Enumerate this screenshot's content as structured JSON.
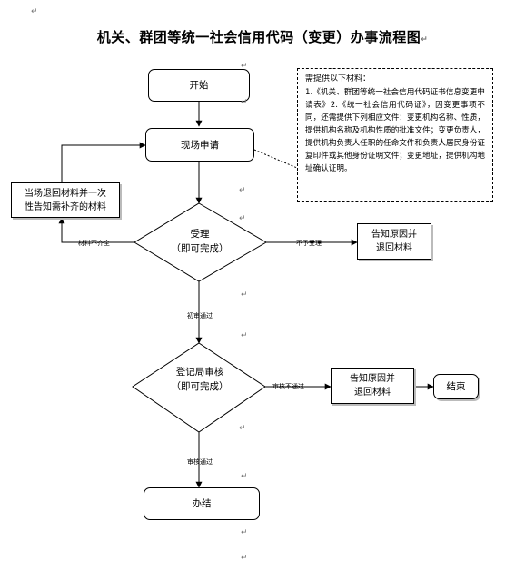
{
  "title": "机关、群团等统一社会信用代码（变更）办事流程图",
  "nodes": {
    "start": "开始",
    "onsite_apply": "现场申请",
    "return_materials": [
      "当场退回材料并一次",
      "性告知需补齐的材料"
    ],
    "accept": [
      "受理",
      "（即可完成）"
    ],
    "notify_reason_1": [
      "告知原因并",
      "退回材料"
    ],
    "review": [
      "登记局审核",
      "（即可完成）"
    ],
    "notify_reason_2": [
      "告知原因并",
      "退回材料"
    ],
    "end": "结束",
    "done": "办结"
  },
  "edge_labels": {
    "incomplete": "材料不齐全",
    "not_accepted": "不予受理",
    "first_review_pass": "初审通过",
    "review_fail": "审核不通过",
    "review_pass": "审核通过"
  },
  "note": {
    "heading": "需提供以下材料：",
    "body": "1.《机关、群团等统一社会信用代码证书信息变更申请表》2.《统一社会信用代码证》，因变更事项不同，还需提供下列相应文件：变更机构名称、性质，提供机构名称及机构性质的批准文件；变更负责人，提供机构负责人任职的任命文件和负责人居民身份证复印件或其他身份证明文件；变更地址，提供机构地址确认证明。"
  },
  "para_mark": "↵"
}
